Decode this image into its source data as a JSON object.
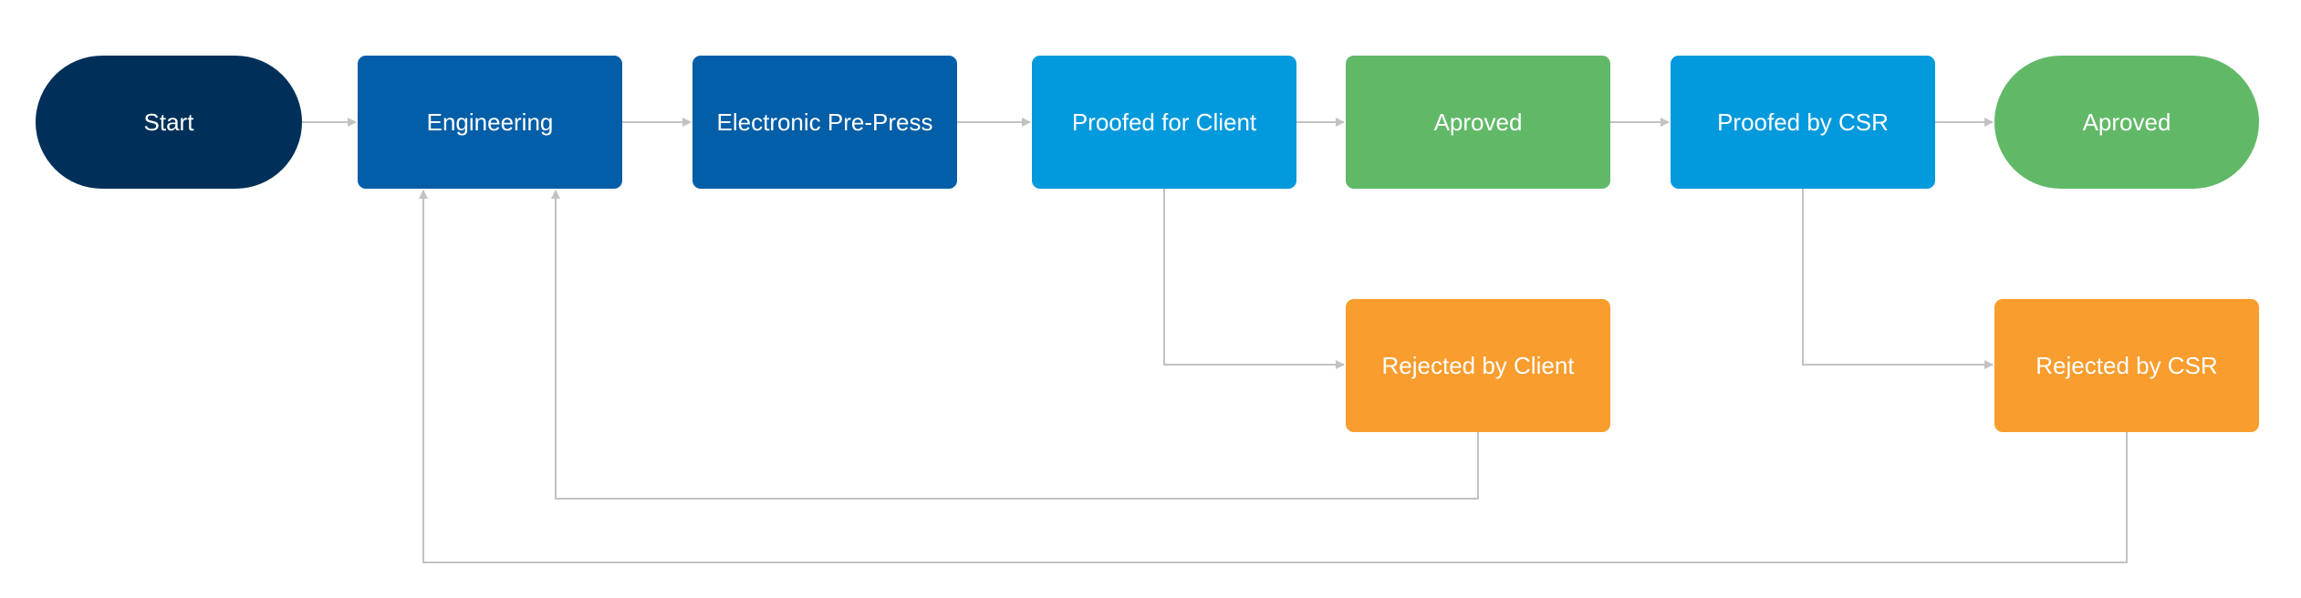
{
  "diagram": {
    "nodes": {
      "start": "Start",
      "engineering": "Engineering",
      "prepress": "Electronic Pre-Press",
      "proofed_for_client": "Proofed for Client",
      "approved_1": "Aproved",
      "proofed_by_csr": "Proofed by CSR",
      "approved_2": "Aproved",
      "rejected_by_client": "Rejected by Client",
      "rejected_by_csr": "Rejected by CSR"
    },
    "edges": [
      {
        "from": "start",
        "to": "engineering"
      },
      {
        "from": "engineering",
        "to": "prepress"
      },
      {
        "from": "prepress",
        "to": "proofed_for_client"
      },
      {
        "from": "proofed_for_client",
        "to": "approved_1"
      },
      {
        "from": "approved_1",
        "to": "proofed_by_csr"
      },
      {
        "from": "proofed_by_csr",
        "to": "approved_2"
      },
      {
        "from": "proofed_for_client",
        "to": "rejected_by_client"
      },
      {
        "from": "proofed_by_csr",
        "to": "rejected_by_csr"
      },
      {
        "from": "rejected_by_client",
        "to": "engineering"
      },
      {
        "from": "rejected_by_csr",
        "to": "engineering"
      }
    ],
    "colors": {
      "start": "#003059",
      "process_dark": "#035ea8",
      "process_light": "#0299dd",
      "approved": "#61b968",
      "rejected": "#f99d2e",
      "connector": "#c2c2c2"
    }
  }
}
